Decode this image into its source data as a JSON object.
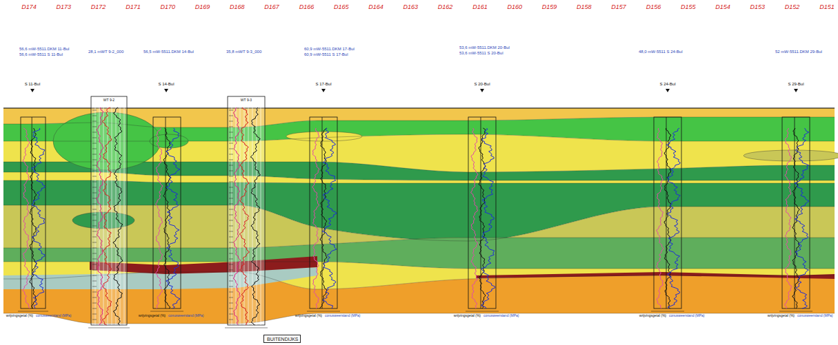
{
  "diagram": {
    "nodes": [
      {
        "text": [
          "BUITENDIJKS"
        ]
      }
    ],
    "labels": [
      "D174",
      "D173",
      "D172",
      "D171",
      "D170",
      "D169",
      "D168",
      "D167",
      "D166",
      "D165",
      "D164",
      "D163",
      "D162",
      "D161",
      "D160",
      "D159",
      "D158",
      "D157",
      "D156",
      "D155",
      "D154",
      "D153",
      "D152",
      "D151",
      "56,6 mW-5511.DKM 11-Bul",
      "56,6 mW-5511 S 11-Bul",
      "28,1 mWT 9-2_000",
      "56,5 mW-5511.DKM 14-Bul",
      "35,8 mWT 9-3_000",
      "60,9 mW-5511.DKM 17-Bul",
      "60,9 mW-5511 S 17-Bul",
      "53,6 mW-5511.DKM 20-Bul",
      "53,6 mW-5511 S 20-Bul",
      "48,0 mW-5511 S 24-Bul",
      "52 mW-5511.DKM 29-Bul",
      "S 11-Bul",
      "S 14-Bul",
      "S 17-Bul",
      "S 20-Bul",
      "S 24-Bul",
      "S 29-Bul",
      "WT 9-2",
      "WT 9-3",
      "wrijvingsgetal (%)",
      "conusweerstand (MPa)",
      "wrijvingsgetal (%)",
      "conusweerstand (MPa)",
      "wrijvingsgetal (%)",
      "conusweerstand (MPa)",
      "wrijvingsgetal (%)",
      "conusweerstand (MPa)",
      "wrijvingsgetal (%)",
      "conusweerstand (MPa)",
      "wrijvingsgetal (%)",
      "conusweerstand (MPa)"
    ]
  }
}
